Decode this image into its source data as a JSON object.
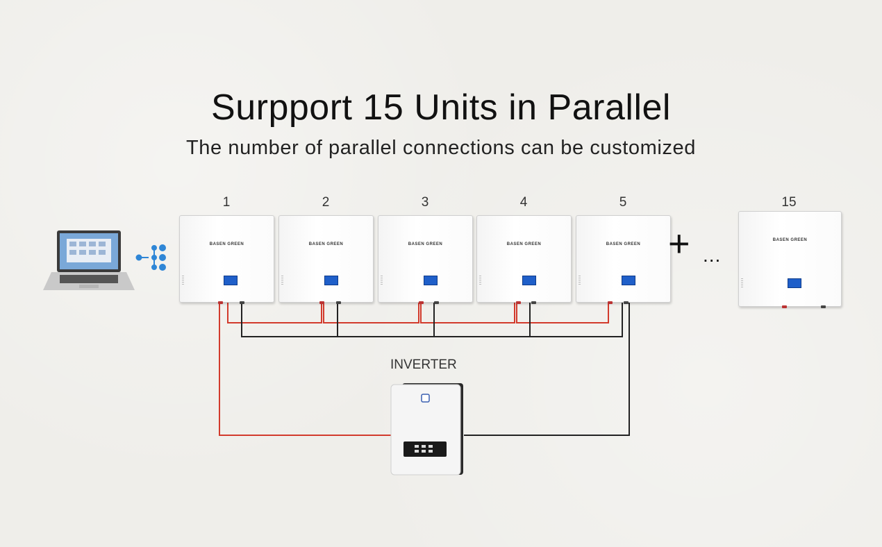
{
  "title": "Surpport 15 Units in Parallel",
  "subtitle": "The number of parallel connections can be customized",
  "units": [
    "1",
    "2",
    "3",
    "4",
    "5",
    "15"
  ],
  "brand": "BASEN GREEN",
  "plus_symbol": "+",
  "ellipsis": "...",
  "inverter_label": "INVERTER",
  "colors": {
    "positive_wire": "#d23a2c",
    "negative_wire": "#222222",
    "network_icon": "#2f86d6",
    "screen": "#1f5fc9"
  },
  "icons": [
    "laptop-icon",
    "network-hub-icon",
    "inverter-logo-icon"
  ]
}
